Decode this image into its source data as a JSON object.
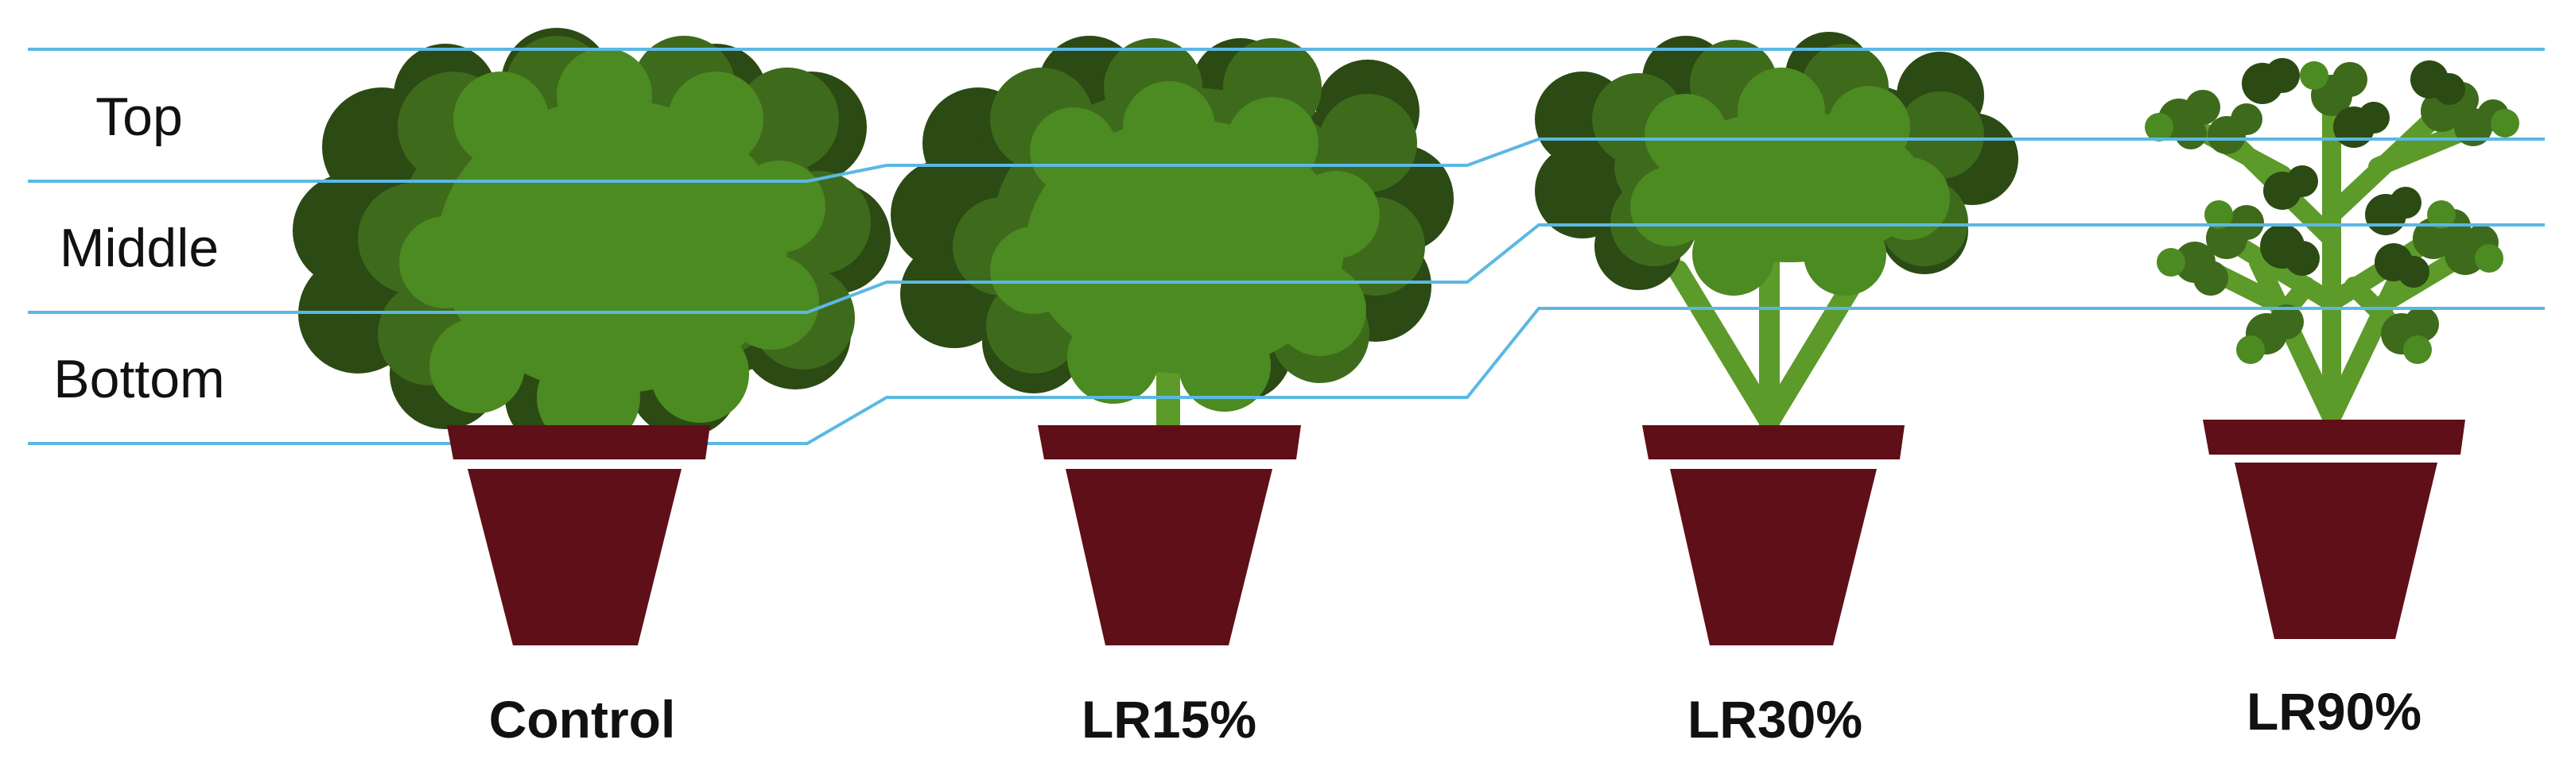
{
  "zones": [
    {
      "id": "top",
      "label": "Top"
    },
    {
      "id": "middle",
      "label": "Middle"
    },
    {
      "id": "bottom",
      "label": "Bottom"
    }
  ],
  "plants": [
    {
      "id": "control",
      "label": "Control",
      "canopy": "dense"
    },
    {
      "id": "lr15",
      "label": "LR15%",
      "canopy": "dense"
    },
    {
      "id": "lr30",
      "label": "LR30%",
      "canopy": "raised"
    },
    {
      "id": "lr90",
      "label": "LR90%",
      "canopy": "sparse"
    }
  ],
  "colors": {
    "guide_line": "#5bb8e3",
    "leaf_dark": "#2c4a14",
    "leaf_mid": "#3e6a1c",
    "leaf_light": "#4c8a22",
    "stem": "#5c9a2a",
    "pot": "#5e0f18"
  }
}
